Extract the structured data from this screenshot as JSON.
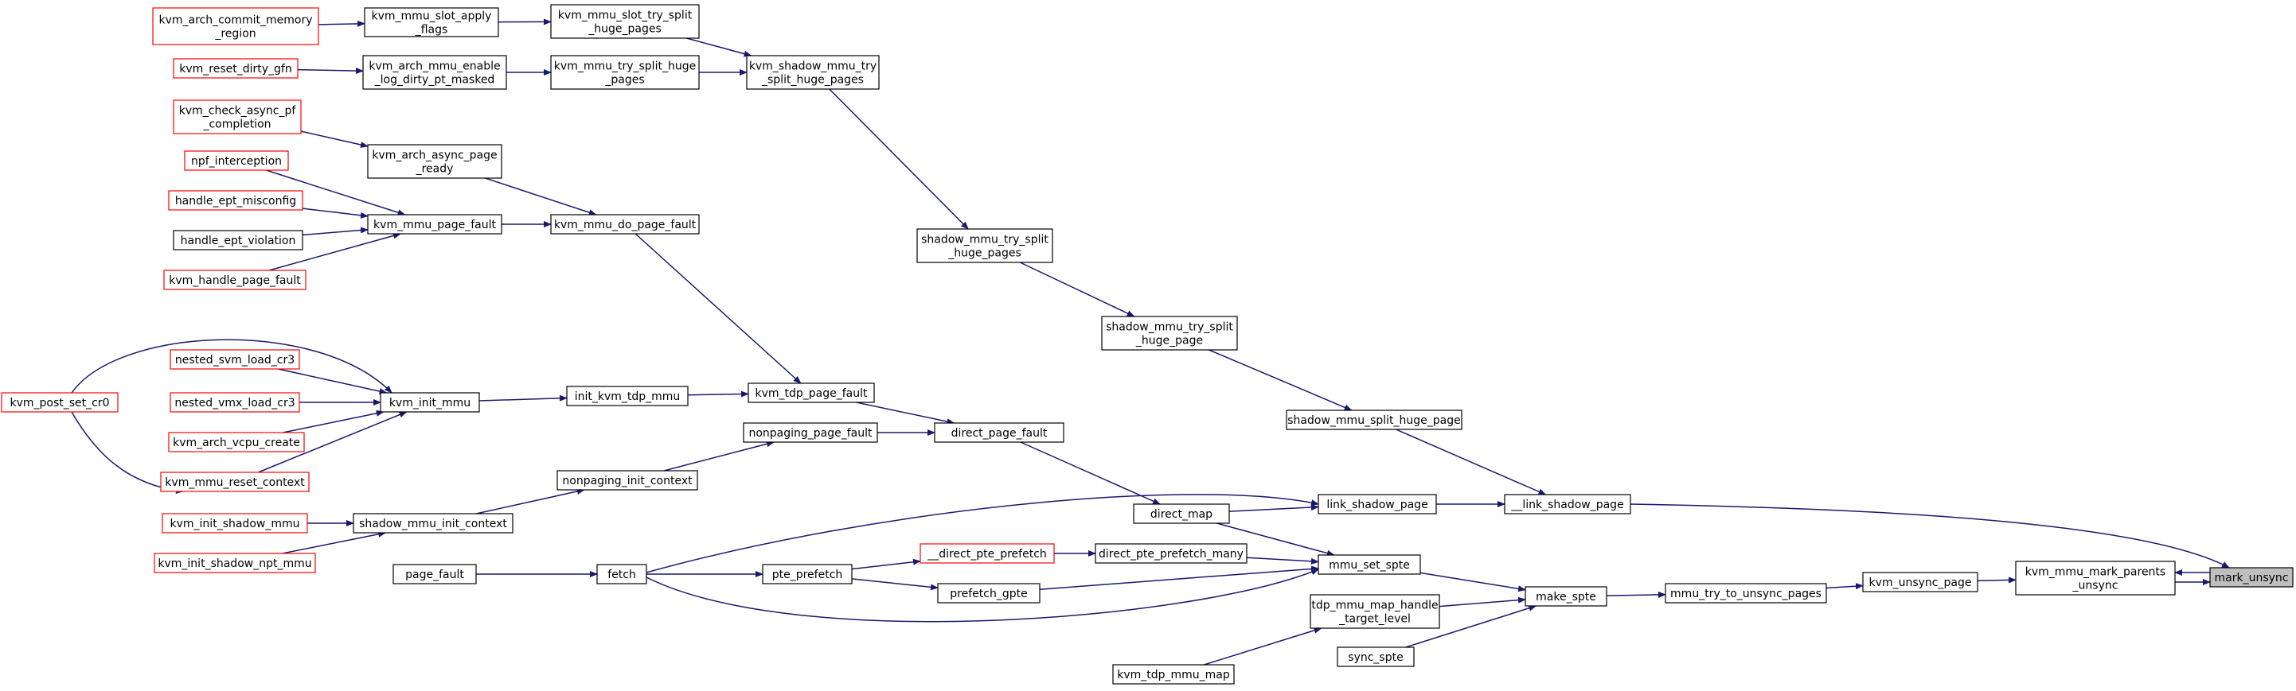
{
  "nodes": [
    {
      "id": "kvm_arch_commit",
      "lines": [
        "kvm_arch_commit_memory",
        "_region"
      ],
      "style": "red"
    },
    {
      "id": "slot_apply",
      "lines": [
        "kvm_mmu_slot_apply",
        "_flags"
      ],
      "style": "normal"
    },
    {
      "id": "slot_try_split",
      "lines": [
        "kvm_mmu_slot_try_split",
        "_huge_pages"
      ],
      "style": "normal"
    },
    {
      "id": "reset_dirty",
      "lines": [
        "kvm_reset_dirty_gfn"
      ],
      "style": "red"
    },
    {
      "id": "arch_mmu_enable",
      "lines": [
        "kvm_arch_mmu_enable",
        "_log_dirty_pt_masked"
      ],
      "style": "normal"
    },
    {
      "id": "mmu_try_split",
      "lines": [
        "kvm_mmu_try_split_huge",
        "_pages"
      ],
      "style": "normal"
    },
    {
      "id": "shadow_try_split_pages",
      "lines": [
        "kvm_shadow_mmu_try",
        "_split_huge_pages"
      ],
      "style": "normal"
    },
    {
      "id": "check_async",
      "lines": [
        "kvm_check_async_pf",
        "_completion"
      ],
      "style": "red"
    },
    {
      "id": "async_ready",
      "lines": [
        "kvm_arch_async_page",
        "_ready"
      ],
      "style": "normal"
    },
    {
      "id": "npf",
      "lines": [
        "npf_interception"
      ],
      "style": "red"
    },
    {
      "id": "ept_misconfig",
      "lines": [
        "handle_ept_misconfig"
      ],
      "style": "red"
    },
    {
      "id": "ept_violation",
      "lines": [
        "handle_ept_violation"
      ],
      "style": "normal"
    },
    {
      "id": "handle_pf",
      "lines": [
        "kvm_handle_page_fault"
      ],
      "style": "red"
    },
    {
      "id": "mmu_pf",
      "lines": [
        "kvm_mmu_page_fault"
      ],
      "style": "normal"
    },
    {
      "id": "do_pf",
      "lines": [
        "kvm_mmu_do_page_fault"
      ],
      "style": "normal"
    },
    {
      "id": "sh_split_pages",
      "lines": [
        "shadow_mmu_try_split",
        "_huge_pages"
      ],
      "style": "normal"
    },
    {
      "id": "sh_split_page",
      "lines": [
        "shadow_mmu_try_split",
        "_huge_page"
      ],
      "style": "normal"
    },
    {
      "id": "sh_split_huge",
      "lines": [
        "shadow_mmu_split_huge_page"
      ],
      "style": "normal"
    },
    {
      "id": "nested_svm",
      "lines": [
        "nested_svm_load_cr3"
      ],
      "style": "red"
    },
    {
      "id": "post_set_cr0",
      "lines": [
        "kvm_post_set_cr0"
      ],
      "style": "red"
    },
    {
      "id": "nested_vmx",
      "lines": [
        "nested_vmx_load_cr3"
      ],
      "style": "red"
    },
    {
      "id": "vcpu_create",
      "lines": [
        "kvm_arch_vcpu_create"
      ],
      "style": "red"
    },
    {
      "id": "reset_ctx",
      "lines": [
        "kvm_mmu_reset_context"
      ],
      "style": "red"
    },
    {
      "id": "init_mmu",
      "lines": [
        "kvm_init_mmu"
      ],
      "style": "normal"
    },
    {
      "id": "init_tdp",
      "lines": [
        "init_kvm_tdp_mmu"
      ],
      "style": "normal"
    },
    {
      "id": "tdp_pf",
      "lines": [
        "kvm_tdp_page_fault"
      ],
      "style": "normal"
    },
    {
      "id": "nonpaging_pf",
      "lines": [
        "nonpaging_page_fault"
      ],
      "style": "normal"
    },
    {
      "id": "direct_pf",
      "lines": [
        "direct_page_fault"
      ],
      "style": "normal"
    },
    {
      "id": "nonpaging_init",
      "lines": [
        "nonpaging_init_context"
      ],
      "style": "normal"
    },
    {
      "id": "init_shadow",
      "lines": [
        "kvm_init_shadow_mmu"
      ],
      "style": "red"
    },
    {
      "id": "init_shadow_npt",
      "lines": [
        "kvm_init_shadow_npt_mmu"
      ],
      "style": "red"
    },
    {
      "id": "sh_init_ctx",
      "lines": [
        "shadow_mmu_init_context"
      ],
      "style": "normal"
    },
    {
      "id": "direct_map",
      "lines": [
        "direct_map"
      ],
      "style": "normal"
    },
    {
      "id": "link_shadow",
      "lines": [
        "link_shadow_page"
      ],
      "style": "normal"
    },
    {
      "id": "__link_shadow",
      "lines": [
        "__link_shadow_page"
      ],
      "style": "normal"
    },
    {
      "id": "page_fault",
      "lines": [
        "page_fault"
      ],
      "style": "normal"
    },
    {
      "id": "fetch",
      "lines": [
        "fetch"
      ],
      "style": "normal"
    },
    {
      "id": "pte_prefetch",
      "lines": [
        "pte_prefetch"
      ],
      "style": "normal"
    },
    {
      "id": "__direct_pte",
      "lines": [
        "__direct_pte_prefetch"
      ],
      "style": "red"
    },
    {
      "id": "direct_pte_many",
      "lines": [
        "direct_pte_prefetch_many"
      ],
      "style": "normal"
    },
    {
      "id": "prefetch_gpte",
      "lines": [
        "prefetch_gpte"
      ],
      "style": "normal"
    },
    {
      "id": "mmu_set_spte",
      "lines": [
        "mmu_set_spte"
      ],
      "style": "normal"
    },
    {
      "id": "tdp_handle",
      "lines": [
        "tdp_mmu_map_handle",
        "_target_level"
      ],
      "style": "normal"
    },
    {
      "id": "kvm_tdp_map",
      "lines": [
        "kvm_tdp_mmu_map"
      ],
      "style": "normal"
    },
    {
      "id": "sync_spte",
      "lines": [
        "sync_spte"
      ],
      "style": "normal"
    },
    {
      "id": "make_spte",
      "lines": [
        "make_spte"
      ],
      "style": "normal"
    },
    {
      "id": "try_unsync",
      "lines": [
        "mmu_try_to_unsync_pages"
      ],
      "style": "normal"
    },
    {
      "id": "unsync_page",
      "lines": [
        "kvm_unsync_page"
      ],
      "style": "normal"
    },
    {
      "id": "mark_parents",
      "lines": [
        "kvm_mmu_mark_parents",
        "_unsync"
      ],
      "style": "normal"
    },
    {
      "id": "mark_unsync",
      "lines": [
        "mark_unsync"
      ],
      "style": "highlight"
    }
  ],
  "edges": [
    {
      "from": "kvm_arch_commit",
      "to": "slot_apply"
    },
    {
      "from": "slot_apply",
      "to": "slot_try_split"
    },
    {
      "from": "slot_try_split",
      "to": "shadow_try_split_pages"
    },
    {
      "from": "reset_dirty",
      "to": "arch_mmu_enable"
    },
    {
      "from": "arch_mmu_enable",
      "to": "mmu_try_split"
    },
    {
      "from": "mmu_try_split",
      "to": "shadow_try_split_pages"
    },
    {
      "from": "shadow_try_split_pages",
      "to": "sh_split_pages"
    },
    {
      "from": "sh_split_pages",
      "to": "sh_split_page"
    },
    {
      "from": "sh_split_page",
      "to": "sh_split_huge"
    },
    {
      "from": "sh_split_huge",
      "to": "__link_shadow"
    },
    {
      "from": "check_async",
      "to": "async_ready"
    },
    {
      "from": "async_ready",
      "to": "do_pf"
    },
    {
      "from": "npf",
      "to": "mmu_pf"
    },
    {
      "from": "ept_misconfig",
      "to": "mmu_pf"
    },
    {
      "from": "ept_violation",
      "to": "mmu_pf"
    },
    {
      "from": "handle_pf",
      "to": "mmu_pf"
    },
    {
      "from": "mmu_pf",
      "to": "do_pf"
    },
    {
      "from": "do_pf",
      "to": "tdp_pf"
    },
    {
      "from": "post_set_cr0",
      "to": "init_mmu"
    },
    {
      "from": "nested_svm",
      "to": "init_mmu"
    },
    {
      "from": "nested_vmx",
      "to": "init_mmu"
    },
    {
      "from": "vcpu_create",
      "to": "init_mmu"
    },
    {
      "from": "reset_ctx",
      "to": "init_mmu"
    },
    {
      "from": "post_set_cr0",
      "to": "reset_ctx"
    },
    {
      "from": "init_mmu",
      "to": "init_tdp"
    },
    {
      "from": "init_tdp",
      "to": "tdp_pf"
    },
    {
      "from": "tdp_pf",
      "to": "direct_pf"
    },
    {
      "from": "nonpaging_pf",
      "to": "direct_pf"
    },
    {
      "from": "nonpaging_init",
      "to": "nonpaging_pf"
    },
    {
      "from": "sh_init_ctx",
      "to": "nonpaging_init"
    },
    {
      "from": "init_shadow",
      "to": "sh_init_ctx"
    },
    {
      "from": "init_shadow_npt",
      "to": "sh_init_ctx"
    },
    {
      "from": "direct_pf",
      "to": "direct_map"
    },
    {
      "from": "direct_map",
      "to": "link_shadow"
    },
    {
      "from": "fetch",
      "to": "link_shadow"
    },
    {
      "from": "link_shadow",
      "to": "__link_shadow"
    },
    {
      "from": "__link_shadow",
      "to": "mark_unsync"
    },
    {
      "from": "page_fault",
      "to": "fetch"
    },
    {
      "from": "fetch",
      "to": "pte_prefetch"
    },
    {
      "from": "pte_prefetch",
      "to": "__direct_pte"
    },
    {
      "from": "__direct_pte",
      "to": "direct_pte_many"
    },
    {
      "from": "pte_prefetch",
      "to": "prefetch_gpte"
    },
    {
      "from": "direct_map",
      "to": "mmu_set_spte"
    },
    {
      "from": "direct_pte_many",
      "to": "mmu_set_spte"
    },
    {
      "from": "prefetch_gpte",
      "to": "mmu_set_spte"
    },
    {
      "from": "fetch",
      "to": "mmu_set_spte"
    },
    {
      "from": "mmu_set_spte",
      "to": "make_spte"
    },
    {
      "from": "kvm_tdp_map",
      "to": "tdp_handle"
    },
    {
      "from": "tdp_handle",
      "to": "make_spte"
    },
    {
      "from": "sync_spte",
      "to": "make_spte"
    },
    {
      "from": "make_spte",
      "to": "try_unsync"
    },
    {
      "from": "try_unsync",
      "to": "unsync_page"
    },
    {
      "from": "unsync_page",
      "to": "mark_parents"
    },
    {
      "from": "mark_parents",
      "to": "mark_unsync"
    },
    {
      "from": "mark_unsync",
      "to": "mark_parents"
    }
  ]
}
